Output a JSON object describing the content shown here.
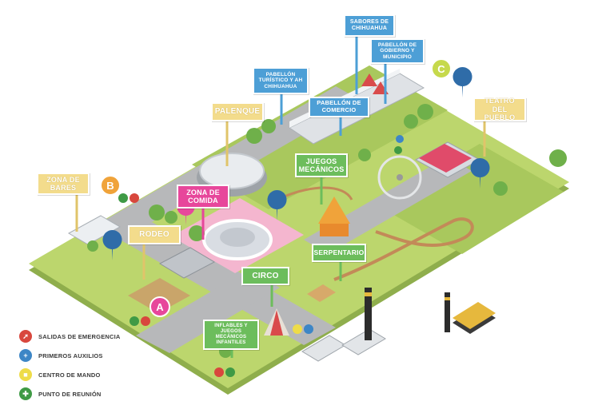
{
  "labels": {
    "sabores": "SABORES DE CHIHUAHUA",
    "gobierno": "PABELLÓN DE GOBIERNO Y MUNICIPIO",
    "turistico": "PABELLÓN TURÍSTICO Y AH CHIHUAHUA",
    "comercio": "PABELLÓN DE COMERCIO",
    "palenque": "PALENQUE",
    "teatro": "TEATRO DEL PUEBLO",
    "juegos": "JUEGOS MECÁNICOS",
    "bares": "ZONA DE BARES",
    "comida": "ZONA DE COMIDA",
    "rodeo": "RODEO",
    "serpentario": "SERPENTARIO",
    "circo": "CIRCO",
    "inflables": "INFLABLES Y JUEGOS MECÁNICOS INFANTILES"
  },
  "zone_badges": {
    "a": "A",
    "b": "B",
    "c": "C"
  },
  "legend": [
    {
      "label": "SALIDAS DE EMERGENCIA",
      "color": "#d8473d",
      "icon": "emergency-exit-icon"
    },
    {
      "label": "PRIMEROS AUXILIOS",
      "color": "#3d86c6",
      "icon": "first-aid-icon"
    },
    {
      "label": "CENTRO DE MANDO",
      "color": "#eedc48",
      "icon": "command-center-icon"
    },
    {
      "label": "PUNTO DE REUNIÓN",
      "color": "#3f9a45",
      "icon": "meeting-point-icon"
    }
  ],
  "colors": {
    "grass": "#bcd66d",
    "grass_dark": "#a9c85d",
    "road": "#b7b8ba",
    "plaza": "#f4b6cf",
    "label_blue": "#4d9fd6",
    "label_gold": "#f3dc8c",
    "label_pink": "#e7479b",
    "label_green": "#6cbd5c"
  }
}
